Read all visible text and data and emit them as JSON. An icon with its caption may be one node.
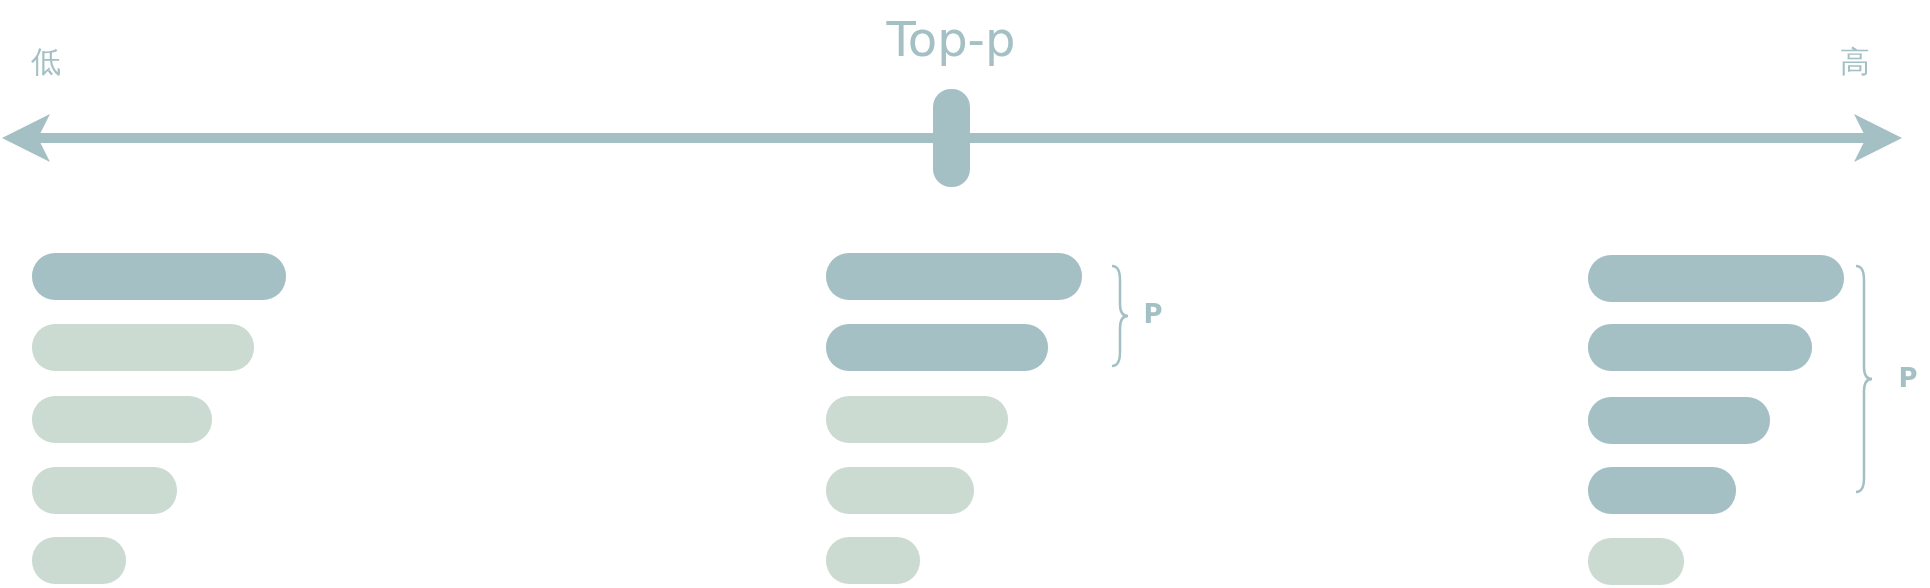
{
  "diagram": {
    "title": "Top-p",
    "labels": [
      "低",
      "高",
      "P",
      "P"
    ]
  }
}
